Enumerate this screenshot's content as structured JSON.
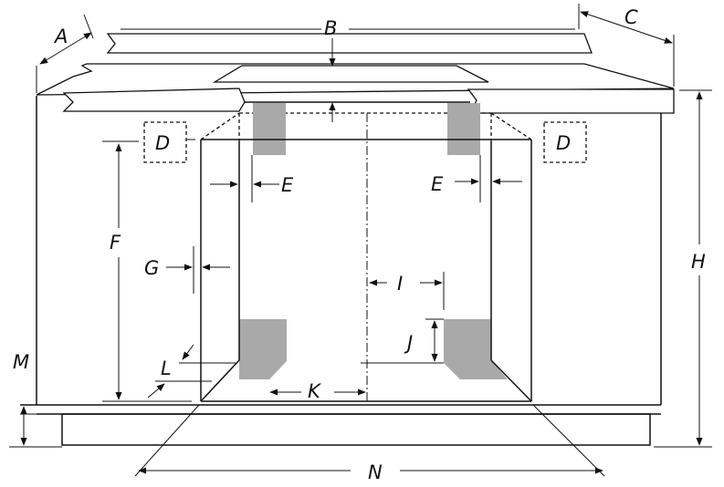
{
  "labels": {
    "A": "A",
    "B": "B",
    "C": "C",
    "D_left": "D",
    "D_right": "D",
    "E_left": "E",
    "E_right": "E",
    "F": "F",
    "G": "G",
    "H": "H",
    "I": "I",
    "J": "J",
    "K": "K",
    "L": "L",
    "M": "M",
    "N": "N"
  },
  "colors": {
    "line": "#111111",
    "shaded_block": "#a9a9a9",
    "background": "#ffffff"
  }
}
